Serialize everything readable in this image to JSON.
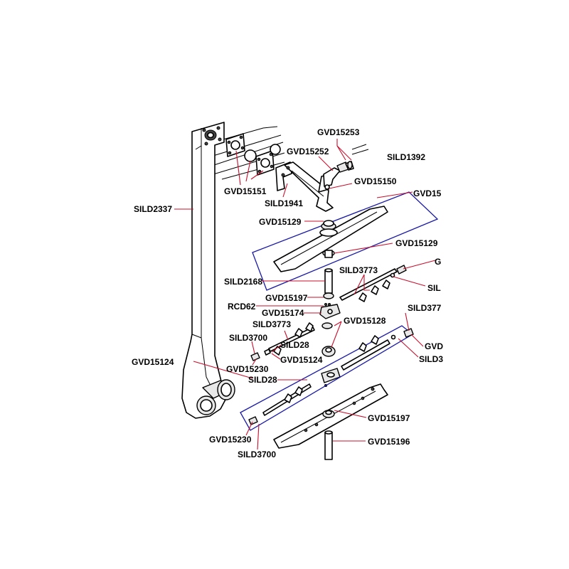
{
  "labels": {
    "gvd15253": "GVD15253",
    "gvd15252": "GVD15252",
    "sild1392": "SILD1392",
    "gvd15150": "GVD15150",
    "gvd15151": "GVD15151",
    "sild1941": "SILD1941",
    "gvd15_top": "GVD15",
    "sild2337": "SILD2337",
    "gvd15129_a": "GVD15129",
    "gvd15129_b": "GVD15129",
    "g_right": "G",
    "sild3773_a": "SILD3773",
    "sild_right": "SIL",
    "sild2168": "SILD2168",
    "gvd15197_a": "GVD15197",
    "rcd62": "RCD62",
    "gvd15174": "GVD15174",
    "sild377_right": "SILD377",
    "sild3773_b": "SILD3773",
    "gvd15128": "GVD15128",
    "sild3700_a": "SILD3700",
    "sild28_a": "SILD28",
    "gvd_right": "GVD",
    "gvd15124_a": "GVD15124",
    "sild3_right": "SILD3",
    "gvd15124_b": "GVD15124",
    "gvd15230_a": "GVD15230",
    "sild28_b": "SILD28",
    "gvd15197_b": "GVD15197",
    "gvd15230_b": "GVD15230",
    "gvd15196": "GVD15196",
    "sild3700_b": "SILD3700"
  },
  "colors": {
    "leader": "#c8102e",
    "frame": "#1a1aa6",
    "ink": "#000000"
  }
}
